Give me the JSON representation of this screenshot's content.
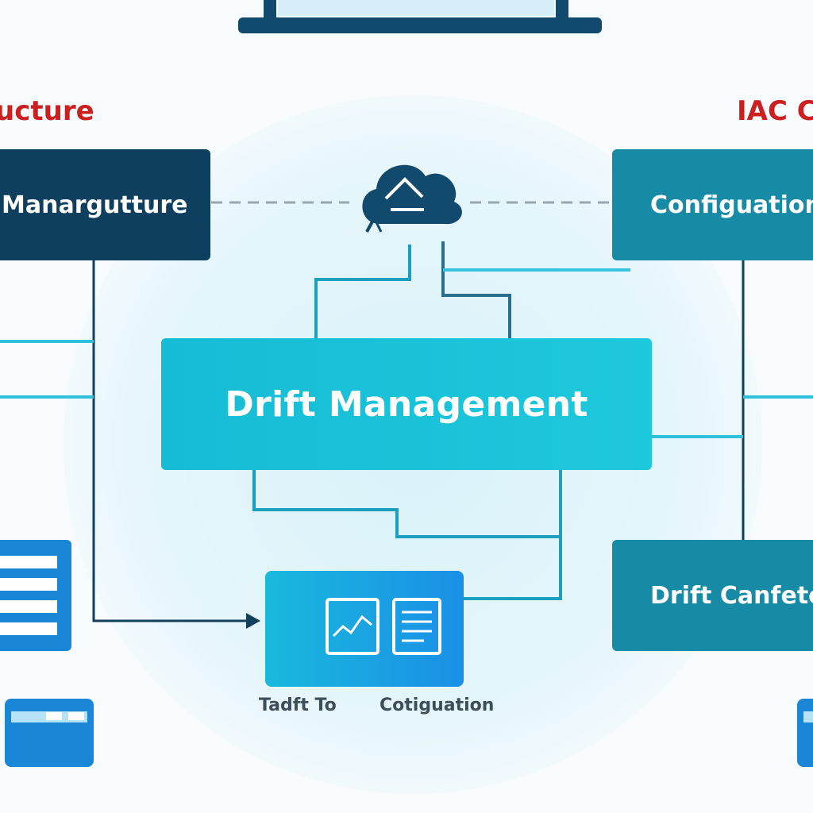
{
  "headings": {
    "left": "ucture",
    "right": "IAC C"
  },
  "boxes": {
    "left": "Manargutture",
    "right": "Configuation",
    "center": "Drift Management",
    "bottom_right": "Drift Canfete"
  },
  "captions": {
    "left": "Tadft To",
    "right": "Cotiguation"
  },
  "icons": {
    "top": "cloud-icon",
    "dashboard_chart": "line-chart-icon",
    "dashboard_doc": "document-icon",
    "left_list": "list-panel-icon",
    "left_window": "window-icon",
    "top_monitor": "monitor-icon"
  },
  "colors": {
    "dark_navy": "#0e3f5e",
    "teal": "#178aa6",
    "cyan": "#1ec8dc",
    "blue": "#1a8fe6",
    "red_heading": "#cc1f1f"
  }
}
